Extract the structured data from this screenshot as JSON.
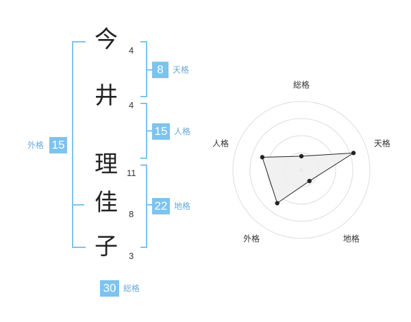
{
  "name_chars": [
    {
      "char": "今",
      "strokes": "4"
    },
    {
      "char": "井",
      "strokes": "4"
    },
    {
      "char": "理",
      "strokes": "11"
    },
    {
      "char": "佳",
      "strokes": "8"
    },
    {
      "char": "子",
      "strokes": "3"
    }
  ],
  "fortunes": {
    "tenkaku": {
      "value": "8",
      "label": "天格"
    },
    "jinkaku": {
      "value": "15",
      "label": "人格"
    },
    "chikaku": {
      "value": "22",
      "label": "地格"
    },
    "gaikaku": {
      "value": "15",
      "label": "外格"
    },
    "soukaku": {
      "value": "30",
      "label": "総格"
    }
  },
  "colors": {
    "accent": "#7ec3ee",
    "label": "#6aa9d6",
    "radar_fill": "#eeeeee",
    "radar_line": "#222222"
  },
  "chart_data": {
    "type": "radar",
    "axes": [
      "総格",
      "天格",
      "地格",
      "外格",
      "人格"
    ],
    "values": [
      1,
      4,
      1,
      3,
      3
    ],
    "rmax": 5,
    "rings": 4
  }
}
